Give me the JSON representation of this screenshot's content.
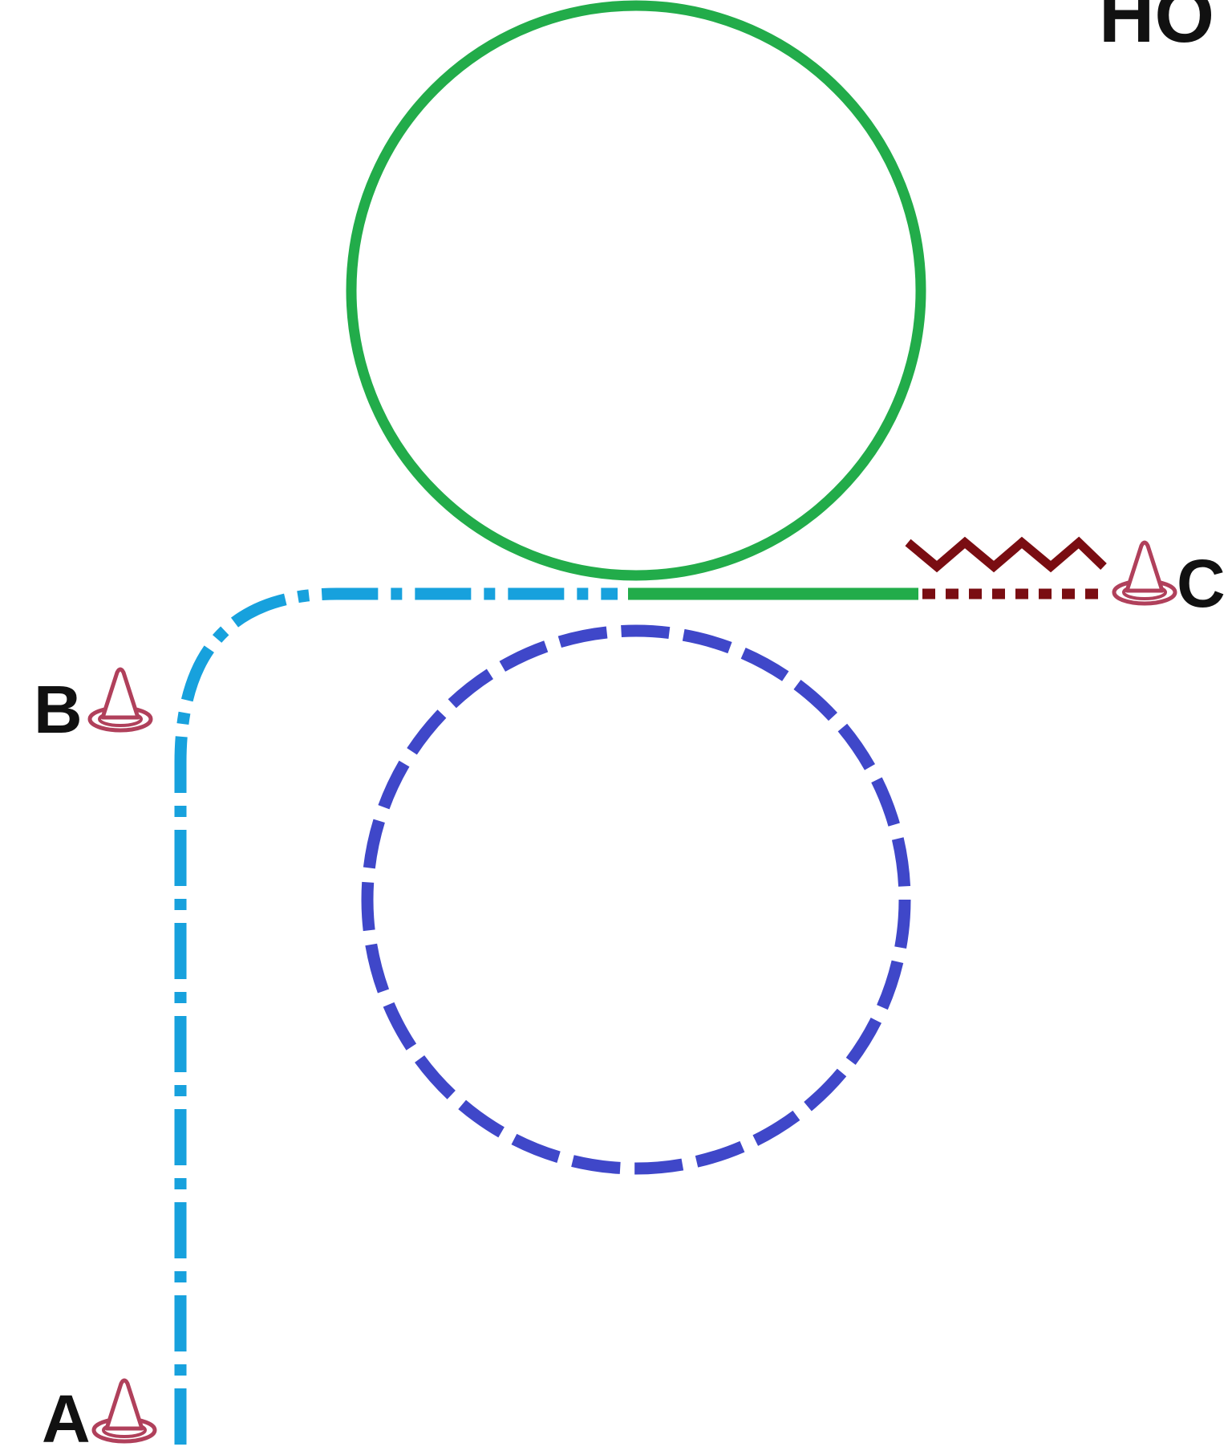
{
  "title": "HO",
  "colors": {
    "upper_loop": "#22ac4a",
    "lower_loop": "#3f47c9",
    "approach_track": "#17a1dd",
    "exit_track": "#22ac4a",
    "zigzag": "#7a0d12",
    "dotted_exit": "#7a0d12",
    "cone": "#b0405b",
    "label": "#111111"
  },
  "points": [
    {
      "label": "A",
      "icon": "traffic-cone-icon"
    },
    {
      "label": "B",
      "icon": "traffic-cone-icon"
    },
    {
      "label": "C",
      "icon": "traffic-cone-icon"
    }
  ]
}
